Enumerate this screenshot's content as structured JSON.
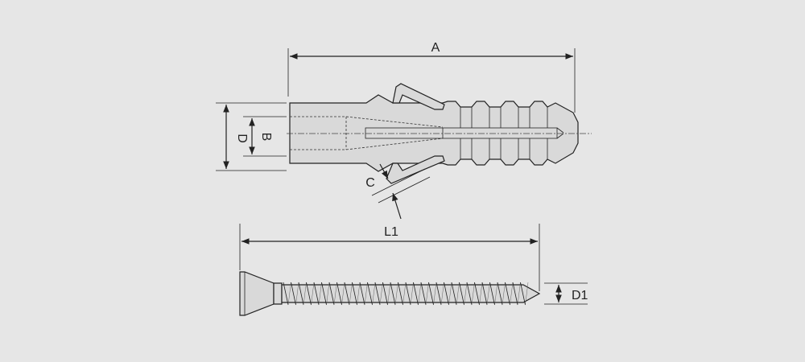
{
  "diagram": {
    "background_color": "#e6e6e6",
    "line_color": "#222222",
    "labels": {
      "A": "A",
      "B": "B",
      "C": "C",
      "D": "D",
      "L1": "L1",
      "D1": "D1"
    }
  }
}
